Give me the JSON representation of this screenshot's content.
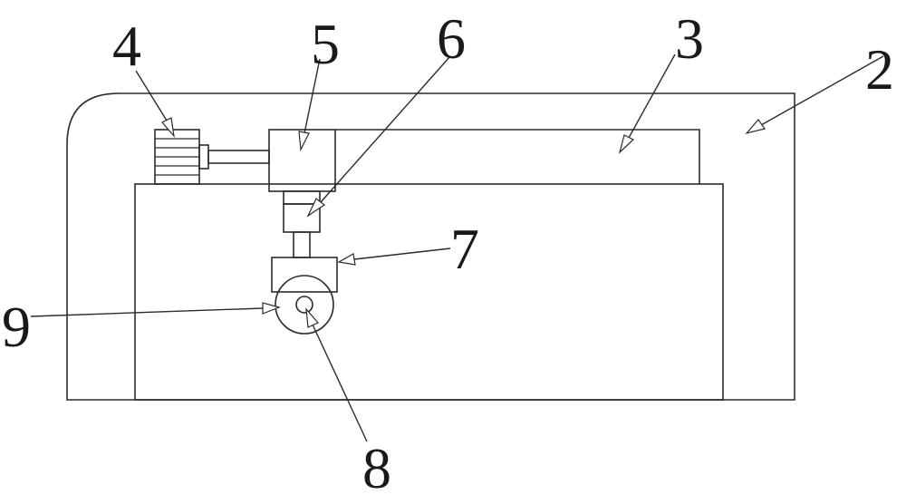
{
  "figure": {
    "labels": {
      "part_2": "2",
      "part_3": "3",
      "part_4": "4",
      "part_5": "5",
      "part_6": "6",
      "part_7": "7",
      "part_8": "8",
      "part_9": "9"
    }
  },
  "colors": {
    "line": "#2b2b2b",
    "background": "#ffffff"
  }
}
